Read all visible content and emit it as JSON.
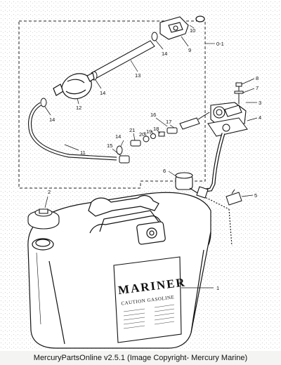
{
  "footer": "MercuryPartsOnline v2.5.1 (Image Copyright- Mercury Marine)",
  "decal": {
    "brand": "MARINER",
    "caution": "CAUTION GASOLINE"
  },
  "callouts": [
    {
      "id": "c1",
      "text": "1"
    },
    {
      "id": "c2",
      "text": "2"
    },
    {
      "id": "c3",
      "text": "3"
    },
    {
      "id": "c4",
      "text": "4"
    },
    {
      "id": "c5",
      "text": "5"
    },
    {
      "id": "c6",
      "text": "6"
    },
    {
      "id": "c7",
      "text": "7"
    },
    {
      "id": "c8",
      "text": "8"
    },
    {
      "id": "c9",
      "text": "9"
    },
    {
      "id": "c10",
      "text": "10"
    },
    {
      "id": "c11",
      "text": "11"
    },
    {
      "id": "c12",
      "text": "12"
    },
    {
      "id": "c13",
      "text": "13"
    },
    {
      "id": "c14a",
      "text": "14"
    },
    {
      "id": "c14b",
      "text": "14"
    },
    {
      "id": "c14c",
      "text": "14"
    },
    {
      "id": "c14d",
      "text": "14"
    },
    {
      "id": "c15",
      "text": "15"
    },
    {
      "id": "c16",
      "text": "16"
    },
    {
      "id": "c17",
      "text": "17"
    },
    {
      "id": "c18",
      "text": "18"
    },
    {
      "id": "c19",
      "text": "19"
    },
    {
      "id": "c20",
      "text": "20"
    },
    {
      "id": "c21",
      "text": "21"
    },
    {
      "id": "c01",
      "text": "0-1"
    }
  ],
  "colors": {
    "ink": "#111111",
    "paper": "#ffffff",
    "footer_bg": "#f4f4f2"
  }
}
